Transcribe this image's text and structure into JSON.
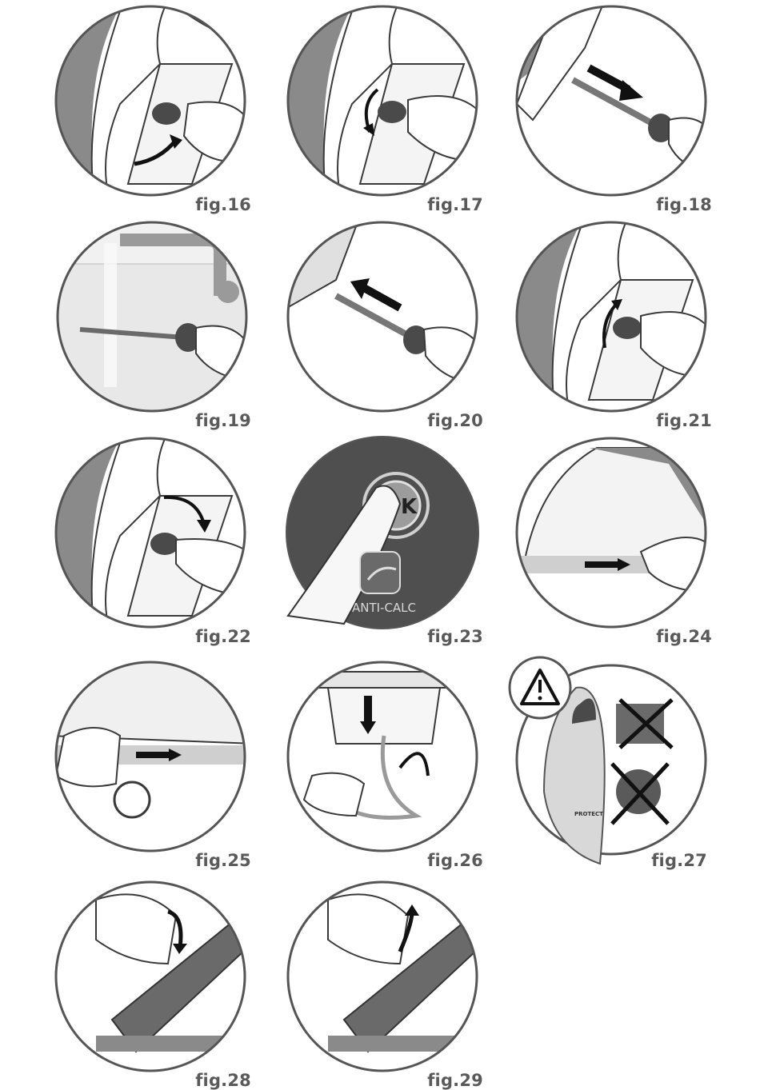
{
  "figures": [
    {
      "caption": "fig.16",
      "scene": "valve-open"
    },
    {
      "caption": "fig.17",
      "scene": "valve-turn"
    },
    {
      "caption": "fig.18",
      "scene": "rod-out"
    },
    {
      "caption": "fig.19",
      "scene": "rinse"
    },
    {
      "caption": "fig.20",
      "scene": "rod-in"
    },
    {
      "caption": "fig.21",
      "scene": "valve-turn-back"
    },
    {
      "caption": "fig.22",
      "scene": "valve-press"
    },
    {
      "caption": "fig.23",
      "scene": "ok-button"
    },
    {
      "caption": "fig.24",
      "scene": "cassette-slide"
    },
    {
      "caption": "fig.25",
      "scene": "cassette-slide-2"
    },
    {
      "caption": "fig.26",
      "scene": "cord-storage"
    },
    {
      "caption": "fig.27",
      "scene": "soleplate-warning"
    },
    {
      "caption": "fig.28",
      "scene": "handle-clip"
    },
    {
      "caption": "fig.29",
      "scene": "handle-clip-2"
    }
  ],
  "fig23": {
    "button_label": "OK",
    "function_label": "ANTI-CALC"
  },
  "fig27": {
    "soleplate_text": "PROTECT"
  },
  "colors": {
    "line": "#3a3a3a",
    "dark": "#4a4a4a",
    "mid": "#8a8a8a",
    "light": "#d8d8d8",
    "caption": "#5a5a5a"
  }
}
